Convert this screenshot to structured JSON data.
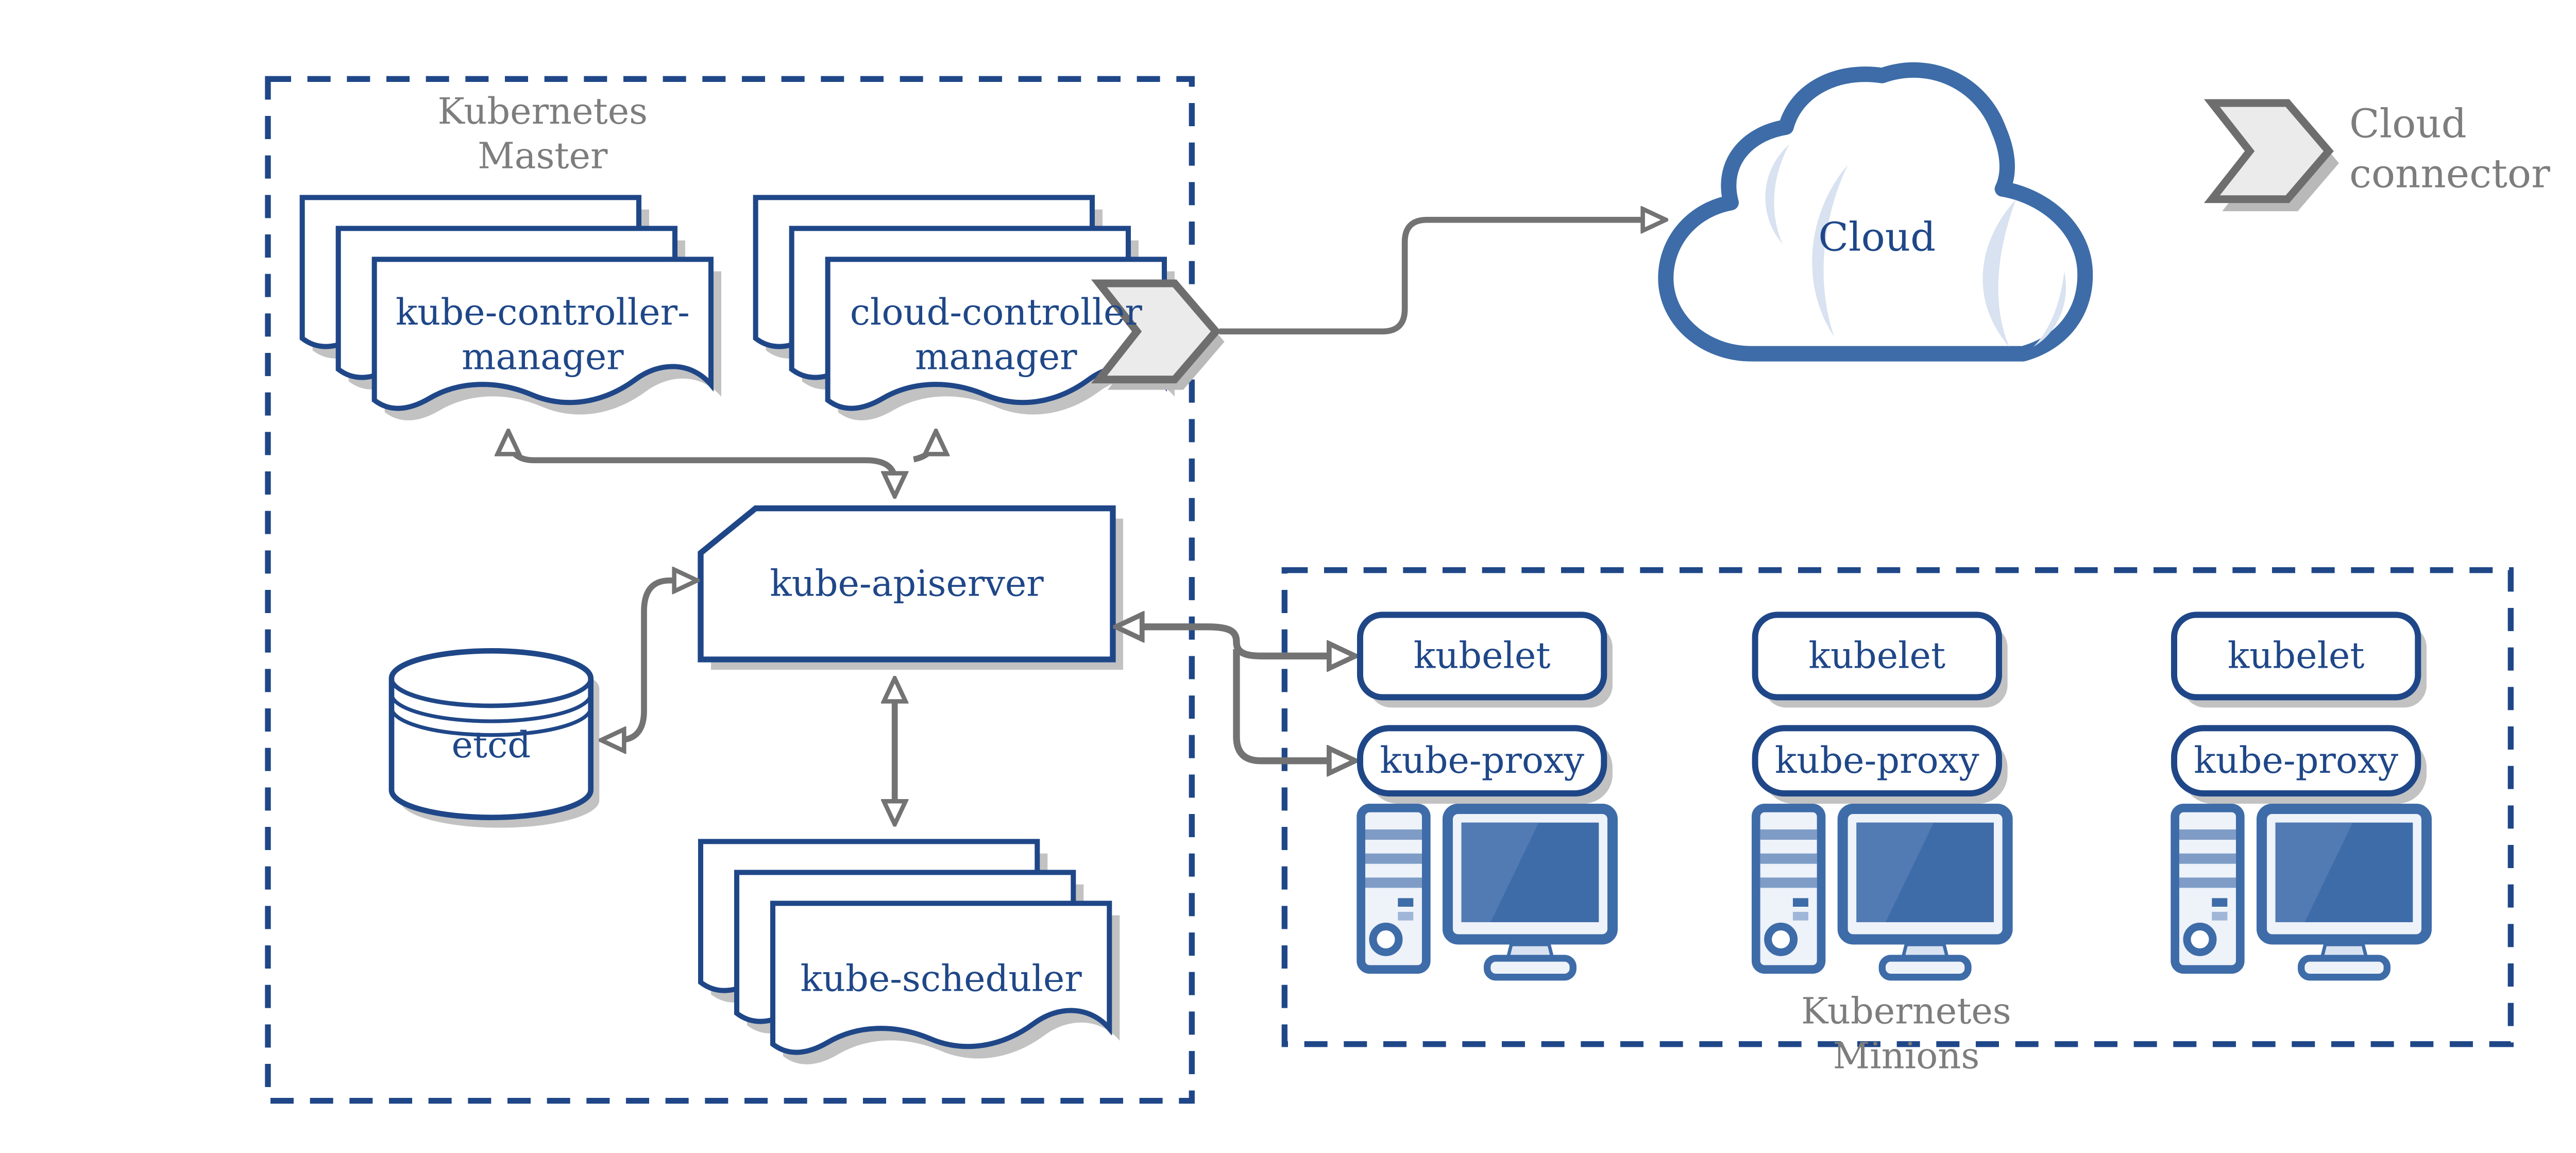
{
  "colors": {
    "primary_blue": "#1f4788",
    "steel_blue": "#3e6ca8",
    "pale_icon_fill": "#eef2f9",
    "light_blue_accent": "#d8e2f0",
    "icon_stripe_blue": "#7e9cc6",
    "screen_glare_blue": "#527bb3",
    "gray_text": "#7d7d7d",
    "arrow_gray": "#737373",
    "shadow_gray": "#c2c2c2",
    "chevron_fill": "#ebebeb",
    "chevron_border": "#6e6e6e"
  },
  "icons": {
    "cloud_connector": "chevron-arrow-right",
    "workstation": "desktop-computer-with-tower",
    "etcd": "database-cylinder",
    "cloud": "cloud-outline",
    "doc_stack": "stacked-documents"
  },
  "master": {
    "title": "Kubernetes\nMaster",
    "kube_controller_manager": "kube-controller-\nmanager",
    "cloud_controller_manager": "cloud-controller\nmanager",
    "kube_apiserver": "kube-apiserver",
    "etcd": "etcd",
    "kube_scheduler": "kube-scheduler"
  },
  "cloud": {
    "label": "Cloud"
  },
  "legend": {
    "label": "Cloud connector"
  },
  "minions": {
    "title": "Kubernetes\nMinions",
    "nodes": [
      {
        "kubelet": "kubelet",
        "kube_proxy": "kube-proxy"
      },
      {
        "kubelet": "kubelet",
        "kube_proxy": "kube-proxy"
      },
      {
        "kubelet": "kubelet",
        "kube_proxy": "kube-proxy"
      }
    ]
  }
}
